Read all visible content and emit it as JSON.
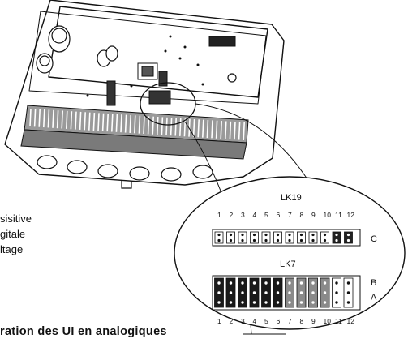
{
  "legend": {
    "lines": [
      "sisitive",
      "gitale",
      "ltage"
    ]
  },
  "caption": "ration  des  UI  en  analogiques",
  "zoom": {
    "lk19": {
      "label": "LK19",
      "numbers": [
        "1",
        "2",
        "3",
        "4",
        "5",
        "6",
        "7",
        "8",
        "9",
        "10",
        "11",
        "12"
      ],
      "row_label": "C"
    },
    "lk7": {
      "label": "LK7",
      "numbers": [
        "1",
        "2",
        "3",
        "4",
        "5",
        "6",
        "7",
        "8",
        "9",
        "10",
        "11",
        "12"
      ],
      "row_labels": [
        "B",
        "A"
      ]
    }
  },
  "colors": {
    "ink": "#111111",
    "paper": "#ffffff",
    "shade": "#888888"
  }
}
